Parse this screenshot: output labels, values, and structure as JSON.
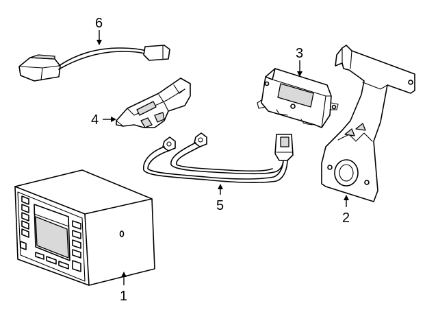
{
  "callouts": {
    "c1": "1",
    "c2": "2",
    "c3": "3",
    "c4": "4",
    "c5": "5",
    "c6": "6"
  },
  "colors": {
    "line": "#000000",
    "background": "#ffffff",
    "shade": "#d9d9d9"
  }
}
